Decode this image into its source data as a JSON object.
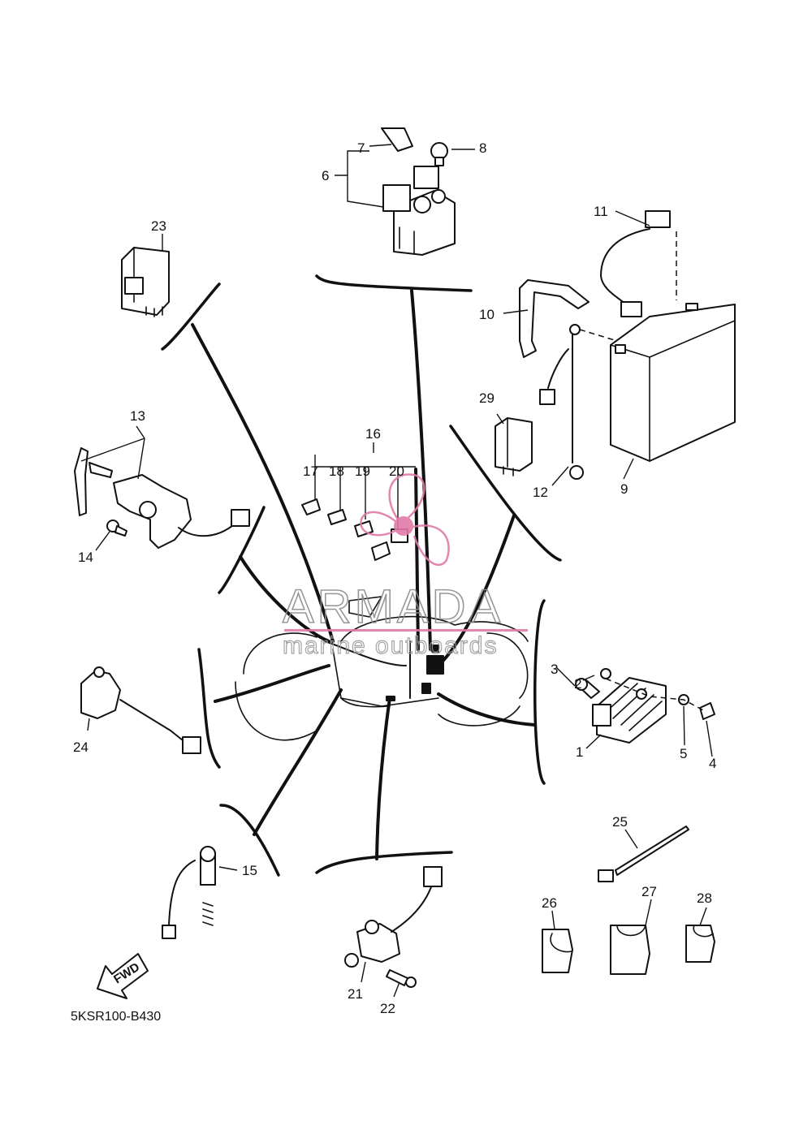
{
  "diagram_code": "5KSR100-B430",
  "direction_label": "FWD",
  "watermark": {
    "brand": "ARMADA",
    "tagline": "marine outboards",
    "brand_color": "#e07aa8"
  },
  "callouts": {
    "c1": "1",
    "c2": "2",
    "c3": "3",
    "c4": "4",
    "c5": "5",
    "c6": "6",
    "c7": "7",
    "c8": "8",
    "c9": "9",
    "c10": "10",
    "c11": "11",
    "c12": "12",
    "c13": "13",
    "c14": "14",
    "c15": "15",
    "c16": "16",
    "c17": "17",
    "c18": "18",
    "c19": "19",
    "c20": "20",
    "c21": "21",
    "c22": "22",
    "c23": "23",
    "c24": "24",
    "c25": "25",
    "c26": "26",
    "c27": "27",
    "c28": "28",
    "c29": "29"
  }
}
